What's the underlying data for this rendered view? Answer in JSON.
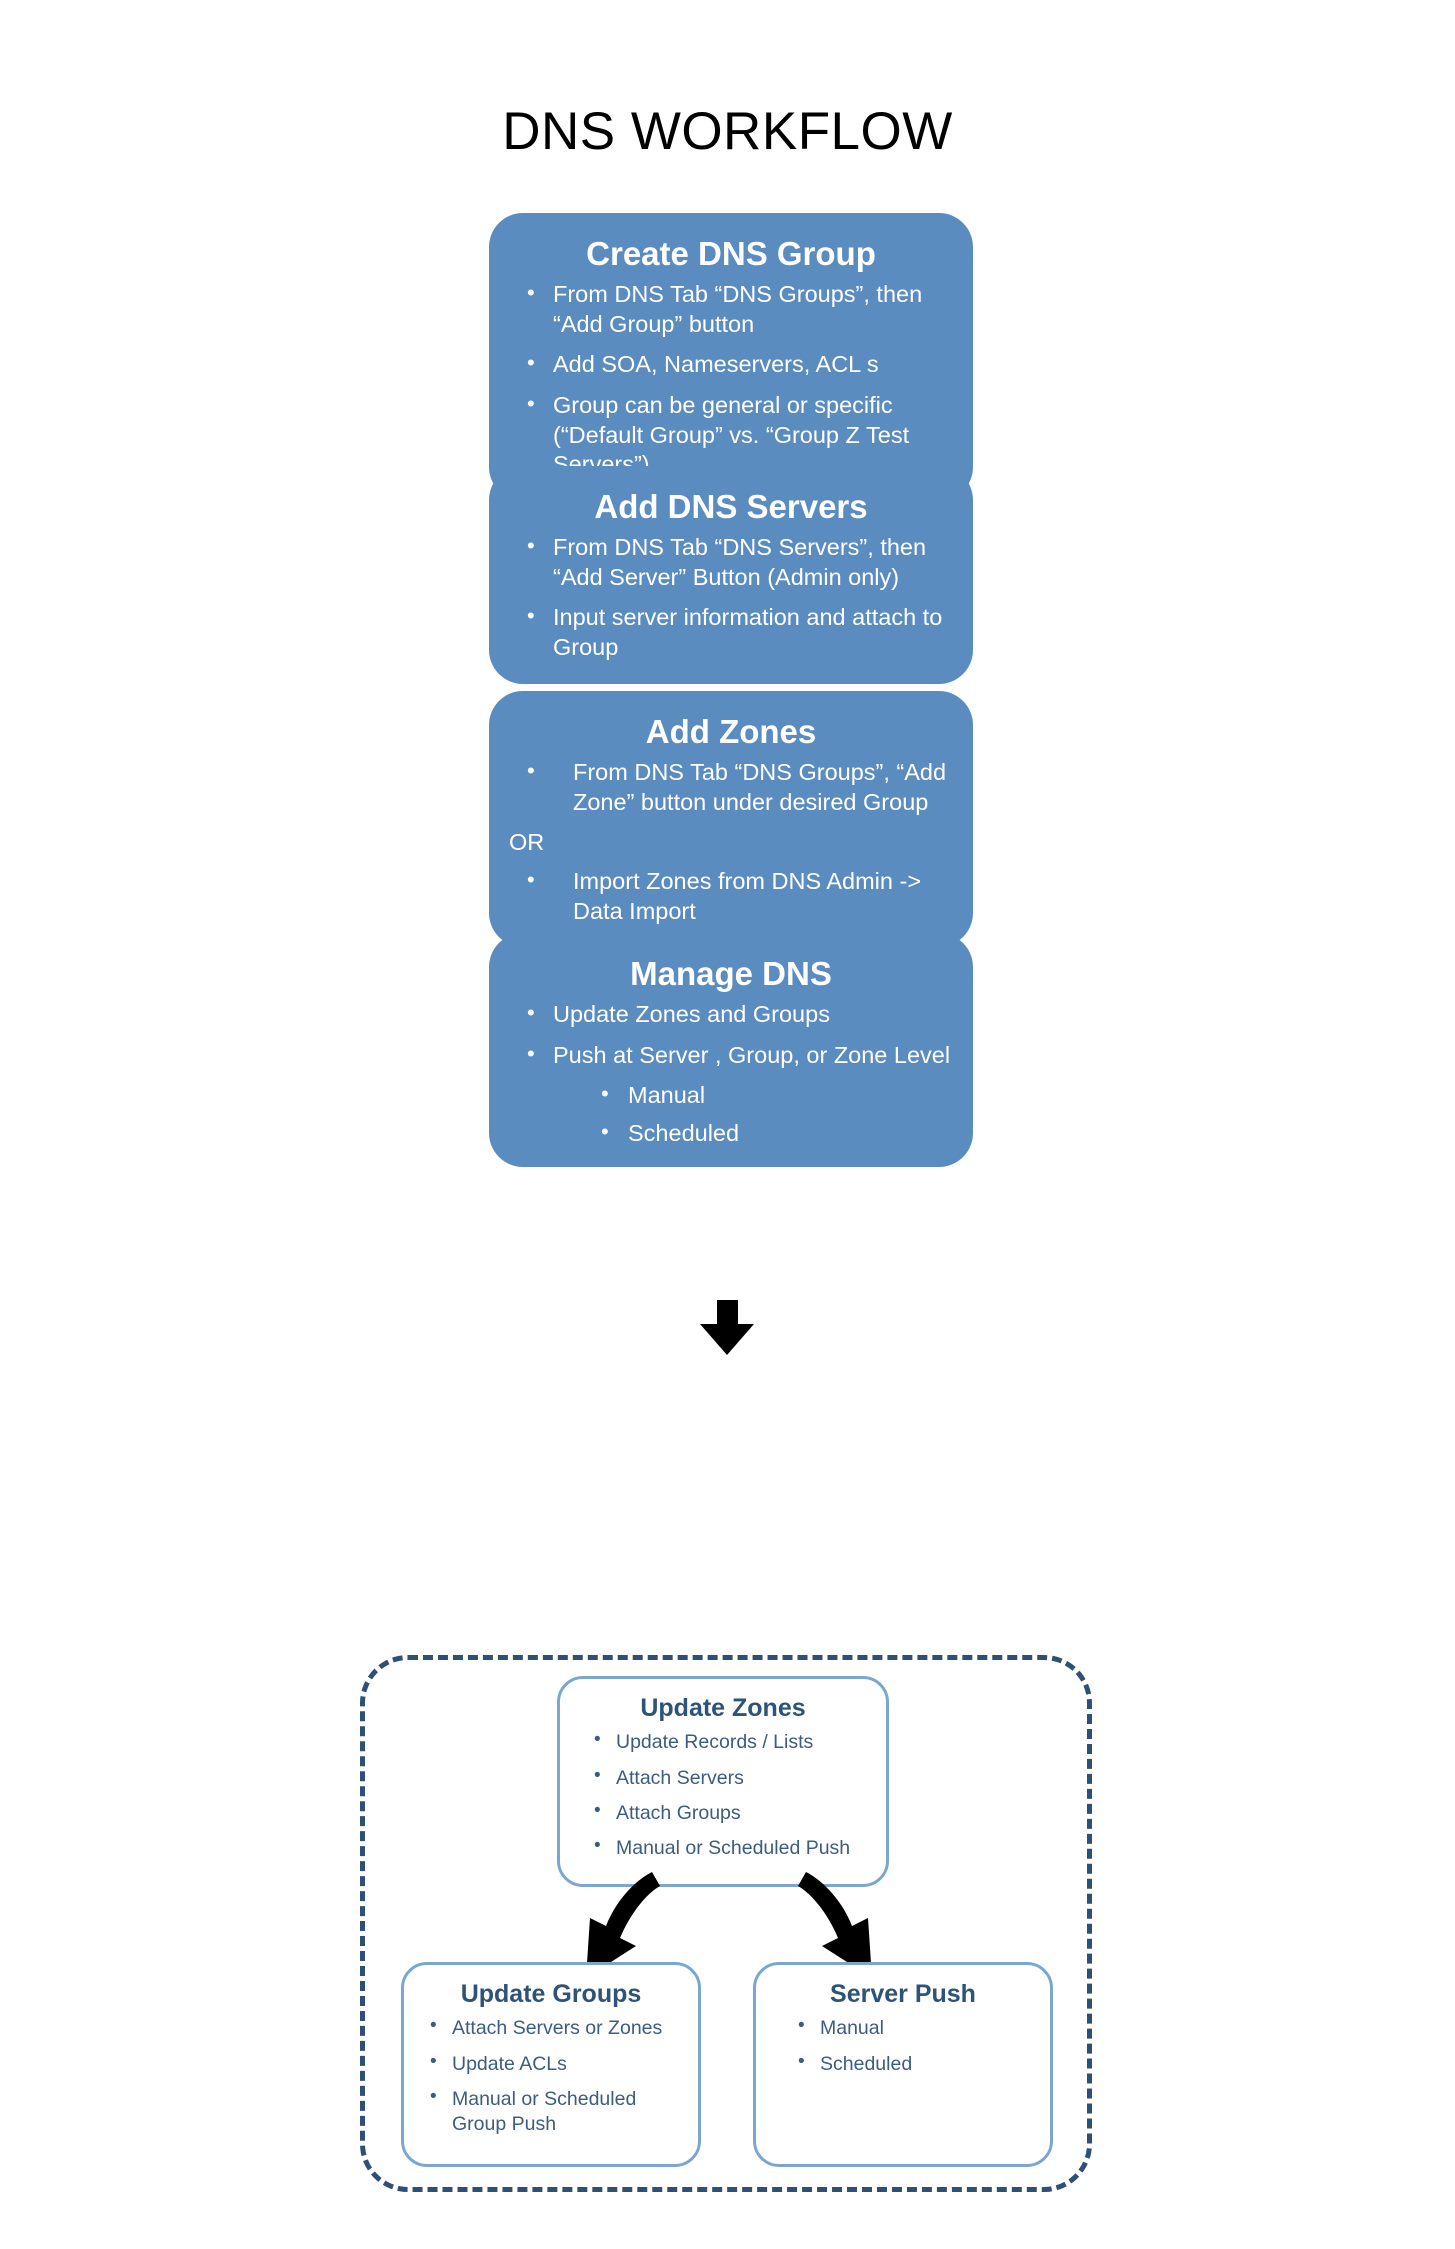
{
  "title": "DNS WORKFLOW",
  "colors": {
    "box_fill": "#5B8CC0",
    "box_text": "#FFFFFF",
    "sub_box_border": "#7BA7CF",
    "sub_title": "#2E5379",
    "sub_text": "#3C5C80",
    "dashed_border": "#2E5076",
    "arrow": "#000000",
    "page_background": "#FFFFFF"
  },
  "steps": [
    {
      "title": "Create DNS Group",
      "bullets": [
        "From DNS Tab “DNS Groups”, then “Add Group” button",
        "Add SOA, Nameservers, ACL s",
        "Group can be general or specific (“Default Group” vs. “Group Z Test Servers”)"
      ]
    },
    {
      "title": "Add DNS Servers",
      "bullets": [
        "From DNS Tab “DNS Servers”, then “Add Server” Button (Admin only)",
        "Input server information and attach to Group"
      ]
    },
    {
      "title": "Add  Zones",
      "bullets": [
        "From DNS Tab “DNS Groups”, “Add Zone” button under desired Group",
        "OR",
        "Import Zones from DNS Admin -> Data Import"
      ]
    },
    {
      "title": "Manage DNS",
      "bullets": [
        "Update Zones and Groups",
        "Push at Server , Group, or Zone Level",
        "Manual",
        "Scheduled"
      ]
    }
  ],
  "sub_boxes": [
    {
      "title": "Update Zones",
      "bullets": [
        "Update Records / Lists",
        "Attach Servers",
        "Attach Groups",
        "Manual or Scheduled Push"
      ]
    },
    {
      "title": "Update Groups",
      "bullets": [
        "Attach Servers or Zones",
        "Update ACLs",
        "Manual or Scheduled Group Push"
      ]
    },
    {
      "title": "Server Push",
      "bullets": [
        "Manual",
        "Scheduled"
      ]
    }
  ]
}
